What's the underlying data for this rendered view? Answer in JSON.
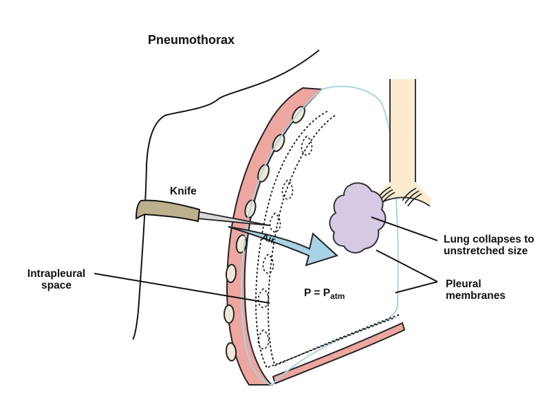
{
  "diagram": {
    "title": "Pneumothorax",
    "labels": {
      "knife": "Knife",
      "air": "Air",
      "intrapleural_line1": "Intrapleural",
      "intrapleural_line2": "space",
      "pressure_prefix": "P = P",
      "pressure_subscript": "atm",
      "lung_line1": "Lung collapses to",
      "lung_line2": "unstretched size",
      "pleural_line1": "Pleural",
      "pleural_line2": "membranes"
    },
    "colors": {
      "rib_wall": "#eda6a0",
      "rib_bone": "#efe9d9",
      "pleura_line": "#a9d3df",
      "air_arrow": "#a8d2e6",
      "lung": "#d5c9e3",
      "trachea": "#fdebd0",
      "knife_handle": "#bdb08d",
      "knife_blade": "#d9d9d9",
      "outline": "#1a1a1a"
    }
  }
}
